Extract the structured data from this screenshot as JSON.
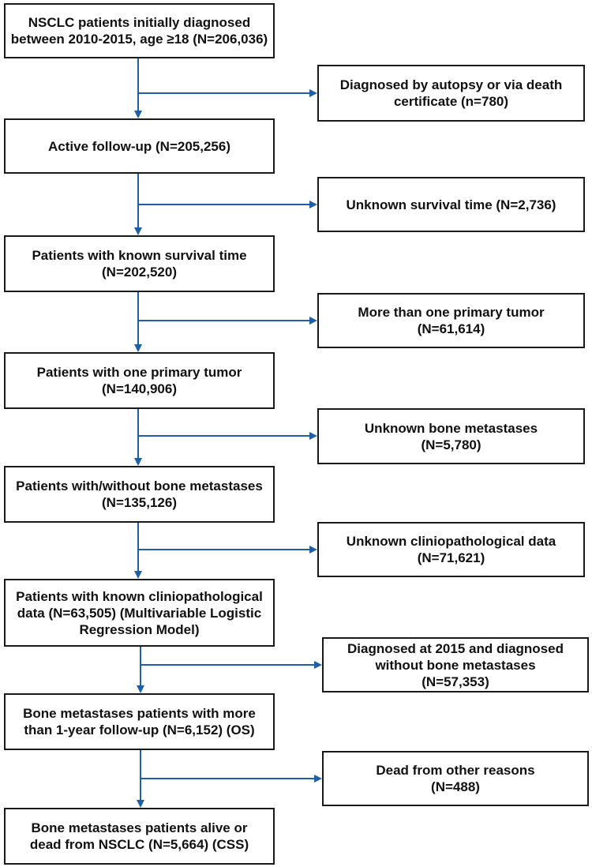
{
  "colors": {
    "arrow": "#1f5fa8",
    "box_border": "#1a1a1a",
    "text": "#111111"
  },
  "main_steps": [
    {
      "text": "NSCLC patients initially diagnosed\nbetween 2010-2015, age ≥18 (N=206,036)"
    },
    {
      "text": "Active follow-up (N=205,256)"
    },
    {
      "text": "Patients with known survival time\n(N=202,520)"
    },
    {
      "text": "Patients with one primary tumor\n(N=140,906)"
    },
    {
      "text": "Patients with/without bone metastases\n(N=135,126)"
    },
    {
      "text": "Patients with known cliniopathological\ndata (N=63,505) (Multivariable Logistic\nRegression Model)"
    },
    {
      "text": "Bone metastases patients  with more\nthan  1-year follow-up (N=6,152) (OS)"
    },
    {
      "text": "Bone metastases patients  alive or\ndead from NSCLC (N=5,664) (CSS)"
    }
  ],
  "exclusions": [
    {
      "text": "Diagnosed by autopsy or via death\ncertificate (n=780)"
    },
    {
      "text": "Unknown survival time (N=2,736)"
    },
    {
      "text": "More than one primary tumor\n(N=61,614)"
    },
    {
      "text": "Unknown bone metastases\n(N=5,780)"
    },
    {
      "text": "Unknown cliniopathological data\n(N=71,621)"
    },
    {
      "text": "Diagnosed at 2015 and diagnosed\nwithout bone metastases\n(N=57,353)"
    },
    {
      "text": "Dead from other reasons\n(N=488)"
    }
  ]
}
